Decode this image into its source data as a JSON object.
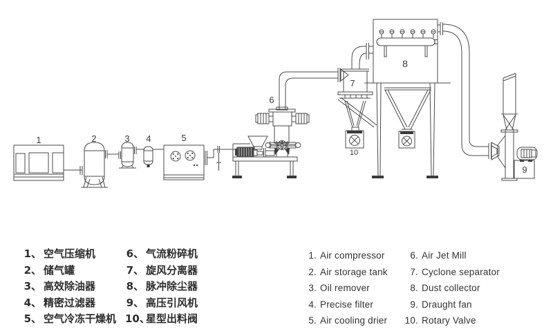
{
  "colors": {
    "stroke": "#4a4a4a",
    "text": "#2f2f2f",
    "dark_fill": "#3a3a3a",
    "background": "#ffffff"
  },
  "diagram": {
    "labels": [
      {
        "id": "air-compressor",
        "text": "1"
      },
      {
        "id": "air-storage-tank",
        "text": "2"
      },
      {
        "id": "oil-remover",
        "text": "3"
      },
      {
        "id": "precise-filter",
        "text": "4"
      },
      {
        "id": "air-cooling-drier",
        "text": "5"
      },
      {
        "id": "air-jet-mill",
        "text": "6"
      },
      {
        "id": "cyclone-separator",
        "text": "7"
      },
      {
        "id": "dust-collector",
        "text": "8"
      },
      {
        "id": "draught-fan",
        "text": "9"
      },
      {
        "id": "rotary-valve",
        "text": "10"
      }
    ]
  },
  "legend_cn": [
    {
      "num": "1、",
      "label": "空气压缩机"
    },
    {
      "num": "2、",
      "label": "储气罐"
    },
    {
      "num": "3、",
      "label": "高效除油器"
    },
    {
      "num": "4、",
      "label": "精密过滤器"
    },
    {
      "num": "5、",
      "label": "空气冷冻干燥机"
    },
    {
      "num": "6、",
      "label": "气流粉碎机"
    },
    {
      "num": "7、",
      "label": "旋风分离器"
    },
    {
      "num": "8、",
      "label": "脉冲除尘器"
    },
    {
      "num": "9、",
      "label": "高压引风机"
    },
    {
      "num": "10、",
      "label": "星型出料阀"
    }
  ],
  "legend_en": [
    {
      "num": "1.",
      "label": "Air compressor"
    },
    {
      "num": "2.",
      "label": "Air storage tank"
    },
    {
      "num": "3.",
      "label": "Oil remover"
    },
    {
      "num": "4.",
      "label": "Precise filter"
    },
    {
      "num": "5.",
      "label": "Air cooling drier"
    },
    {
      "num": "6.",
      "label": "Air Jet Mill"
    },
    {
      "num": "7.",
      "label": "Cyclone separator"
    },
    {
      "num": "8.",
      "label": "Dust collector"
    },
    {
      "num": "9.",
      "label": "Draught fan"
    },
    {
      "num": "10.",
      "label": "Rotary Valve"
    }
  ]
}
